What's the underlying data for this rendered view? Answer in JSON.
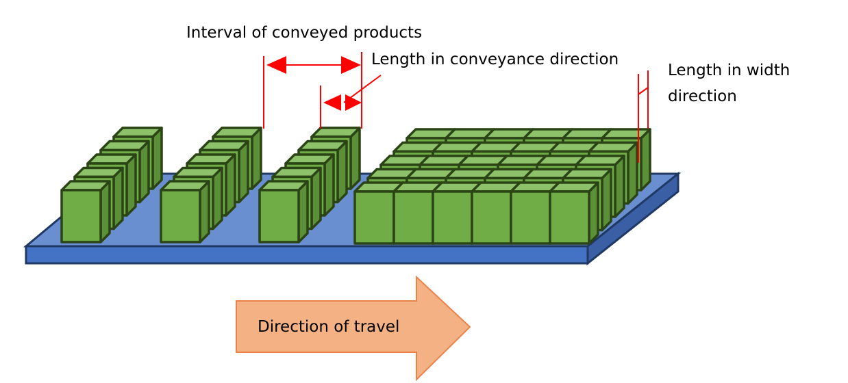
{
  "labels": {
    "interval": "Interval of conveyed products",
    "length_conveyance": "Length in conveyance direction",
    "length_width_line1": "Length in width direction",
    "length_width_line2": "direction",
    "length_width_line1_only": "Length in width",
    "direction_of_travel": "Direction of travel"
  },
  "diagram": {
    "groups_in_single_file": 3,
    "boxes_per_single_file_group": 5,
    "block_columns": 6,
    "block_rows": 5
  },
  "colors": {
    "box_front": "#70AD47",
    "box_top": "#8DC26A",
    "box_side": "#5B8F38",
    "box_outline": "#2A4416",
    "conveyor_top": "#6A8FD0",
    "conveyor_front": "#4472C4",
    "conveyor_side": "#3A5FA5",
    "conveyor_outline": "#1F3864",
    "annotation": "#FF0000",
    "arrow_fill": "#F4B183",
    "arrow_stroke": "#E9834A"
  }
}
